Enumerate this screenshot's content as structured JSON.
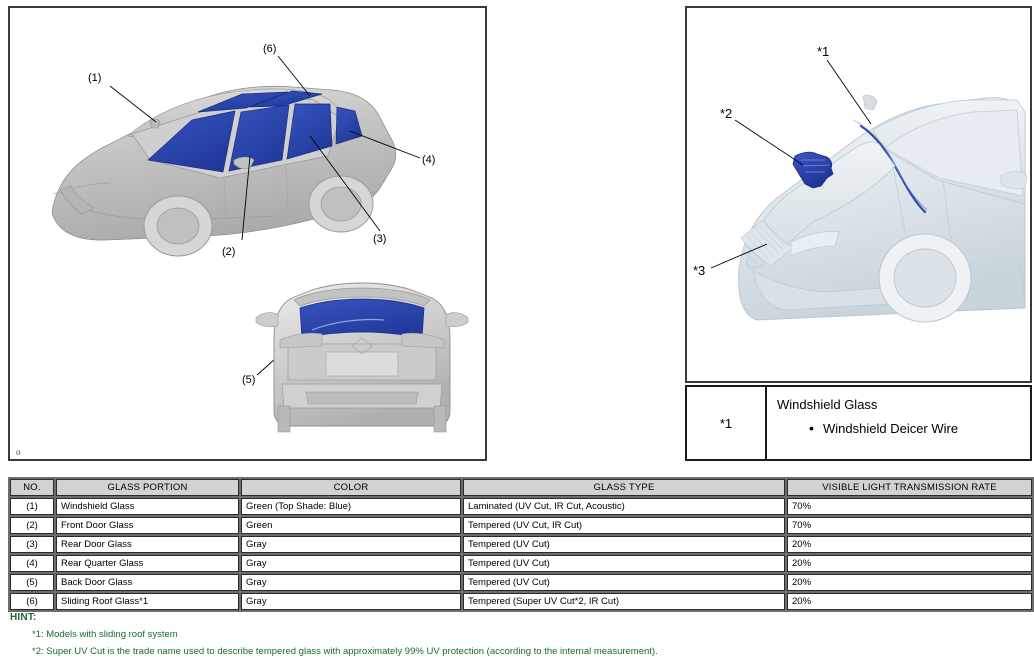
{
  "left_illustration": {
    "corner_mark": "o",
    "callouts": [
      {
        "id": "callout-1",
        "label": "(1)"
      },
      {
        "id": "callout-2",
        "label": "(2)"
      },
      {
        "id": "callout-3",
        "label": "(3)"
      },
      {
        "id": "callout-4",
        "label": "(4)"
      },
      {
        "id": "callout-5",
        "label": "(5)"
      },
      {
        "id": "callout-6",
        "label": "(6)"
      }
    ],
    "colors": {
      "body": "#c9c9c9",
      "glass_highlight": "#2b47ab"
    }
  },
  "right_illustration": {
    "callouts": [
      {
        "id": "callout-star-1",
        "label": "*1"
      },
      {
        "id": "callout-star-2",
        "label": "*2"
      },
      {
        "id": "callout-star-3",
        "label": "*3"
      }
    ],
    "colors": {
      "body": "#dbe3e8",
      "highlight": "#2b47ab"
    }
  },
  "legend": {
    "key": "*1",
    "title": "Windshield Glass",
    "bullets": [
      "Windshield Deicer Wire"
    ]
  },
  "spec_table": {
    "headers": [
      "NO.",
      "GLASS PORTION",
      "COLOR",
      "GLASS TYPE",
      "VISIBLE LIGHT TRANSMISSION RATE"
    ],
    "rows": [
      [
        "(1)",
        "Windshield Glass",
        "Green (Top Shade: Blue)",
        "Laminated (UV Cut, IR Cut, Acoustic)",
        "70%"
      ],
      [
        "(2)",
        "Front Door Glass",
        "Green",
        "Tempered (UV Cut, IR Cut)",
        "70%"
      ],
      [
        "(3)",
        "Rear Door Glass",
        "Gray",
        "Tempered (UV Cut)",
        "20%"
      ],
      [
        "(4)",
        "Rear Quarter Glass",
        "Gray",
        "Tempered (UV Cut)",
        "20%"
      ],
      [
        "(5)",
        "Back Door Glass",
        "Gray",
        "Tempered (UV Cut)",
        "20%"
      ],
      [
        "(6)",
        "Sliding Roof Glass*1",
        "Gray",
        "Tempered (Super UV Cut*2, IR Cut)",
        "20%"
      ]
    ]
  },
  "hint": {
    "label": "HINT:",
    "lines": [
      "*1: Models with sliding roof system",
      "*2: Super UV Cut is the trade name used to describe tempered glass with approximately 99% UV protection (according to the internal measurement)."
    ],
    "color": "#196b2e"
  }
}
